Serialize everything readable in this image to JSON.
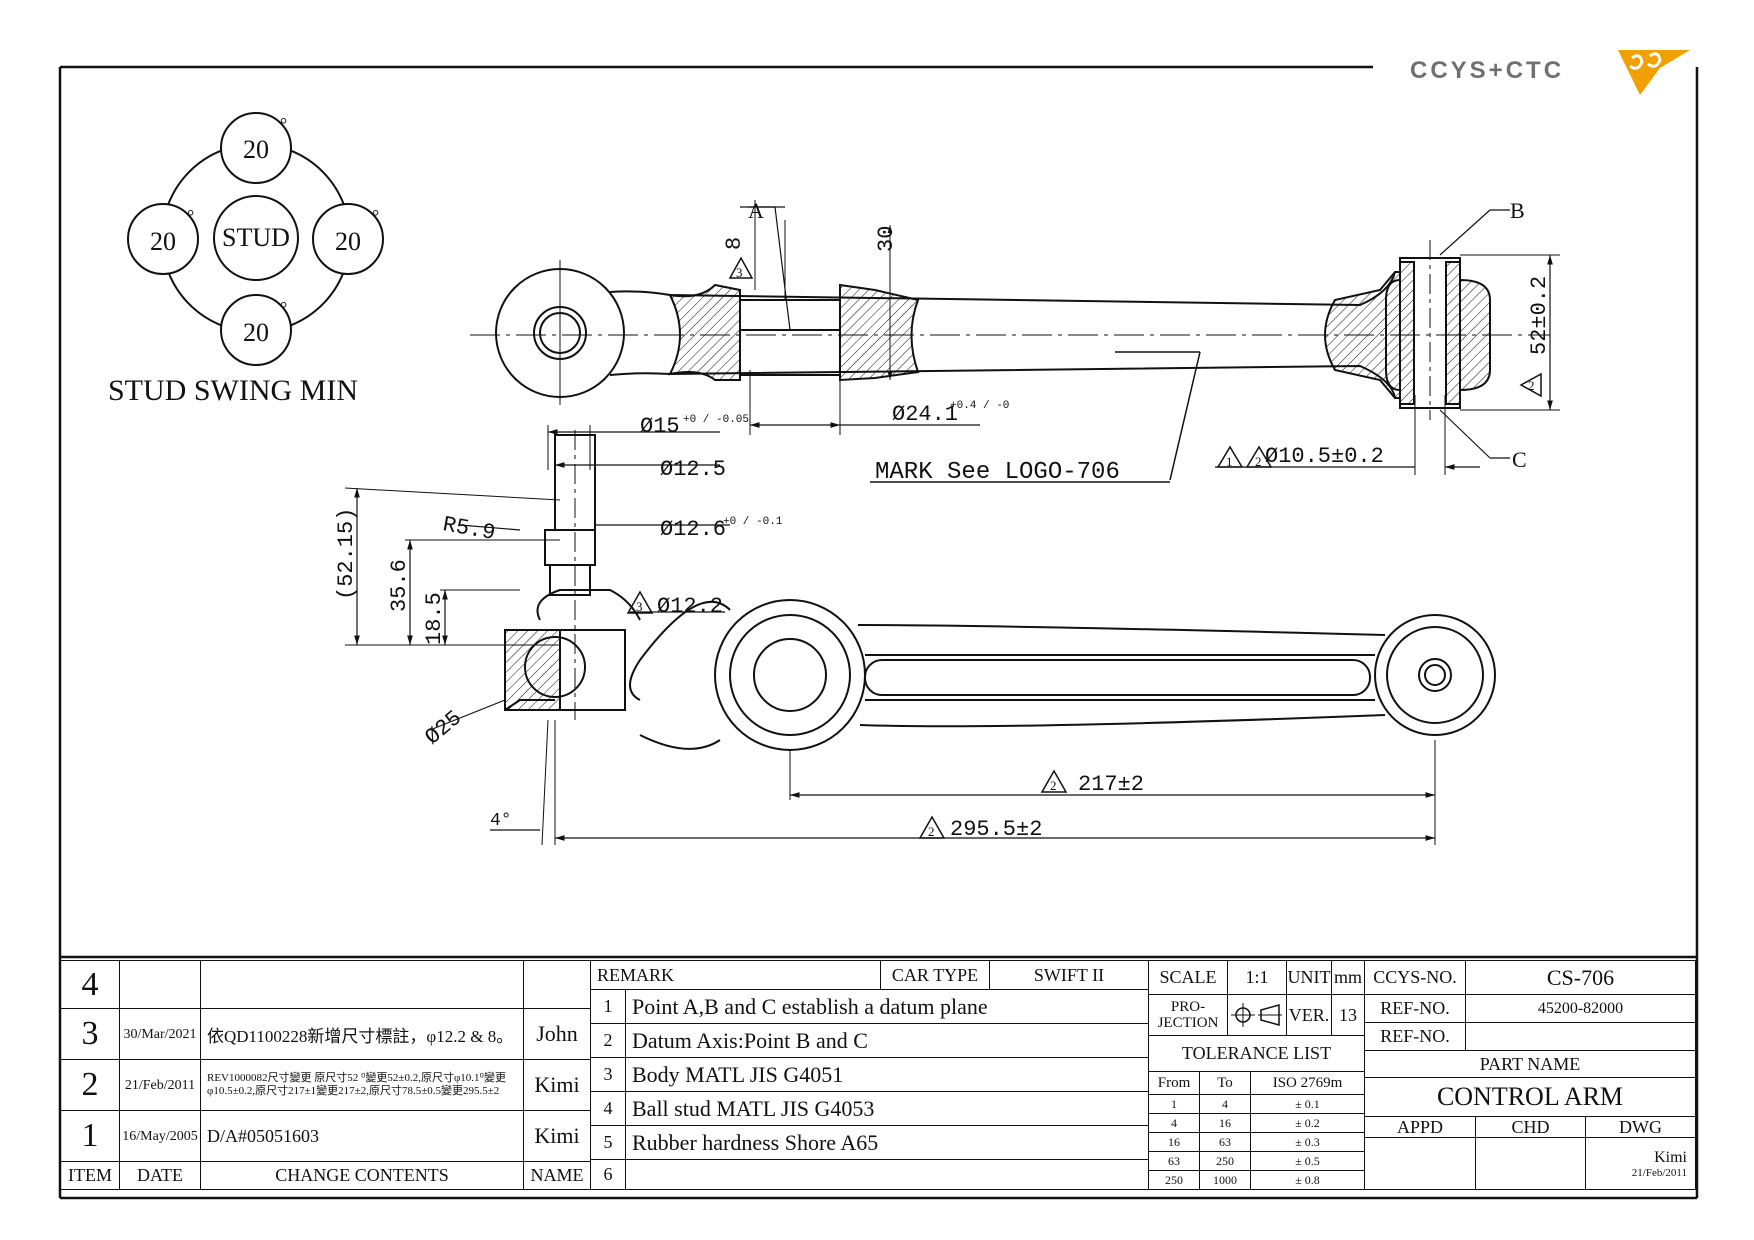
{
  "brand": {
    "logo_text": "CCYS+CTC"
  },
  "stud_swing": {
    "title": "STUD SWING MIN",
    "center_label": "STUD",
    "angles": [
      "20",
      "20",
      "20",
      "20"
    ],
    "degree_mark": "°"
  },
  "dimensions": {
    "mark_note": "MARK See LOGO-706",
    "datum_a": "A",
    "datum_b": "B",
    "datum_c": "C",
    "d_8": "8",
    "d_30": "30",
    "d_52": "52±0.2",
    "d_24_1": "Ø24.1",
    "d_24_1_tol": "+0.4 / -0",
    "d_10_5": "Ø10.5±0.2",
    "d_15": "Ø15",
    "d_15_tol": "+0 / -0.05",
    "d_12_5": "Ø12.5",
    "d_12_6": "Ø12.6",
    "d_12_6_tol": "+0 / -0.1",
    "d_12_2": "Ø12.2",
    "r_5_9": "R5.9",
    "d_52_15": "(52.15)",
    "d_35_6": "35.6",
    "d_18_5": "18.5",
    "d_25": "Ø25",
    "d_217": "217±2",
    "d_295_5": "295.5±2",
    "angle_4": "4°",
    "rev_mark_1": "1",
    "rev_mark_2": "2",
    "rev_mark_3": "3"
  },
  "revisions": {
    "header": {
      "item": "ITEM",
      "date": "DATE",
      "contents": "CHANGE CONTENTS",
      "name": "NAME"
    },
    "rows": [
      {
        "item": "4",
        "date": "",
        "contents": "",
        "name": ""
      },
      {
        "item": "3",
        "date": "30/Mar/2021",
        "contents": "依QD1100228新增尺寸標註，φ12.2 & 8。",
        "name": "John"
      },
      {
        "item": "2",
        "date": "21/Feb/2011",
        "contents": "REV1000082尺寸變更 原尺寸52 ⁰變更52±0.2,原尺寸φ10.1⁰變更φ10.5±0.2,原尺寸217±1變更217±2,原尺寸78.5±0.5變更295.5±2",
        "name": "Kimi"
      },
      {
        "item": "1",
        "date": "16/May/2005",
        "contents": "D/A#05051603",
        "name": "Kimi"
      }
    ]
  },
  "remarks": {
    "header": "REMARK",
    "car_type_label": "CAR TYPE",
    "car_type": "SWIFT II",
    "items": [
      {
        "no": "1",
        "text": "Point A,B and C establish a datum plane"
      },
      {
        "no": "2",
        "text": "Datum Axis:Point B and C"
      },
      {
        "no": "3",
        "text": "Body MATL JIS G4051"
      },
      {
        "no": "4",
        "text": "Ball stud MATL JIS G4053"
      },
      {
        "no": "5",
        "text": "Rubber hardness Shore A65"
      },
      {
        "no": "6",
        "text": ""
      }
    ]
  },
  "scale_block": {
    "scale_label": "SCALE",
    "scale": "1:1",
    "unit_label": "UNIT",
    "unit": "mm",
    "projection_label": "PRO-JECTION",
    "ver_label": "VER.",
    "ver": "13",
    "tolerance_title": "TOLERANCE LIST",
    "tol_header": {
      "from": "From",
      "to": "To",
      "std": "ISO 2769m"
    },
    "tolerances": [
      {
        "from": "1",
        "to": "4",
        "tol": "± 0.1"
      },
      {
        "from": "4",
        "to": "16",
        "tol": "± 0.2"
      },
      {
        "from": "16",
        "to": "63",
        "tol": "± 0.3"
      },
      {
        "from": "63",
        "to": "250",
        "tol": "± 0.5"
      },
      {
        "from": "250",
        "to": "1000",
        "tol": "± 0.8"
      }
    ]
  },
  "part_block": {
    "ccys_no_label": "CCYS-NO.",
    "ccys_no": "CS-706",
    "ref_no_label": "REF-NO.",
    "ref_no": "45200-82000",
    "ref_no2_label": "REF-NO.",
    "ref_no2": "",
    "part_name_label": "PART NAME",
    "part_name": "CONTROL ARM",
    "appd_label": "APPD",
    "chd_label": "CHD",
    "dwg_label": "DWG",
    "dwg_name": "Kimi",
    "dwg_date": "21/Feb/2011"
  },
  "colors": {
    "line": "#111111",
    "logo_gray": "#707070",
    "logo_orange": "#f0a000"
  }
}
